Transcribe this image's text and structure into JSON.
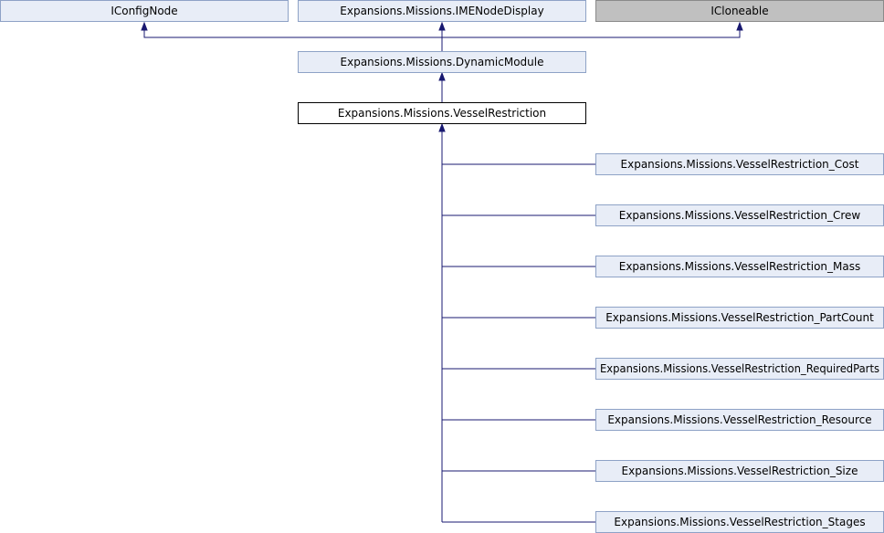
{
  "colors": {
    "edge": "#191970",
    "node_fill": "#e8edf7",
    "node_border": "#8ea2c6",
    "focus_fill": "#ffffff",
    "focus_border": "#000000",
    "external_fill": "#c0c0c0",
    "external_border": "#8a8a8a",
    "text": "#000000"
  },
  "nodes": {
    "iconfignode": {
      "label": "IConfigNode",
      "style": "normal"
    },
    "imenodedisplay": {
      "label": "Expansions.Missions.IMENodeDisplay",
      "style": "normal"
    },
    "icloneable": {
      "label": "ICloneable",
      "style": "external"
    },
    "dynamicmodule": {
      "label": "Expansions.Missions.DynamicModule",
      "style": "normal"
    },
    "vesselrestriction": {
      "label": "Expansions.Missions.VesselRestriction",
      "style": "focus"
    },
    "vr_cost": {
      "label": "Expansions.Missions.VesselRestriction_Cost",
      "style": "normal"
    },
    "vr_crew": {
      "label": "Expansions.Missions.VesselRestriction_Crew",
      "style": "normal"
    },
    "vr_mass": {
      "label": "Expansions.Missions.VesselRestriction_Mass",
      "style": "normal"
    },
    "vr_partcount": {
      "label": "Expansions.Missions.VesselRestriction_PartCount",
      "style": "normal"
    },
    "vr_requiredparts": {
      "label": "Expansions.Missions.VesselRestriction_RequiredParts",
      "style": "normal"
    },
    "vr_resource": {
      "label": "Expansions.Missions.VesselRestriction_Resource",
      "style": "normal"
    },
    "vr_size": {
      "label": "Expansions.Missions.VesselRestriction_Size",
      "style": "normal"
    },
    "vr_stages": {
      "label": "Expansions.Missions.VesselRestriction_Stages",
      "style": "normal"
    }
  },
  "edges": [
    {
      "from": "dynamicmodule",
      "to": "iconfignode"
    },
    {
      "from": "dynamicmodule",
      "to": "imenodedisplay"
    },
    {
      "from": "dynamicmodule",
      "to": "icloneable"
    },
    {
      "from": "vesselrestriction",
      "to": "dynamicmodule"
    },
    {
      "from": "vr_cost",
      "to": "vesselrestriction"
    },
    {
      "from": "vr_crew",
      "to": "vesselrestriction"
    },
    {
      "from": "vr_mass",
      "to": "vesselrestriction"
    },
    {
      "from": "vr_partcount",
      "to": "vesselrestriction"
    },
    {
      "from": "vr_requiredparts",
      "to": "vesselrestriction"
    },
    {
      "from": "vr_resource",
      "to": "vesselrestriction"
    },
    {
      "from": "vr_size",
      "to": "vesselrestriction"
    },
    {
      "from": "vr_stages",
      "to": "vesselrestriction"
    }
  ]
}
